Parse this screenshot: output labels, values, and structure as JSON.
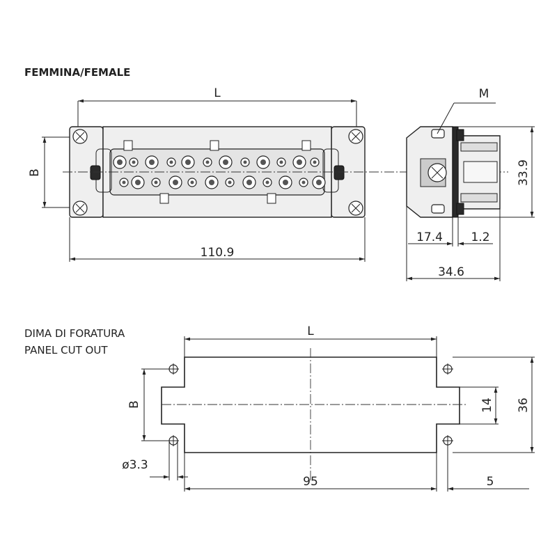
{
  "female_view": {
    "title": "FEMMINA/FEMALE",
    "dim_L": "L",
    "dim_B": "B",
    "dim_M": "M",
    "dim_total_width": "110.9",
    "dim_height": "33.9",
    "dim_flange": "17.4",
    "dim_gap": "1.2",
    "dim_depth": "34.6"
  },
  "cutout_view": {
    "title_line1": "DIMA DI FORATURA",
    "title_line2": "PANEL CUT OUT",
    "dim_L": "L",
    "dim_B": "B",
    "dim_hole": "ø3.3",
    "dim_pitch": "95",
    "dim_edge": "5",
    "dim_slot": "14",
    "dim_height": "36"
  }
}
